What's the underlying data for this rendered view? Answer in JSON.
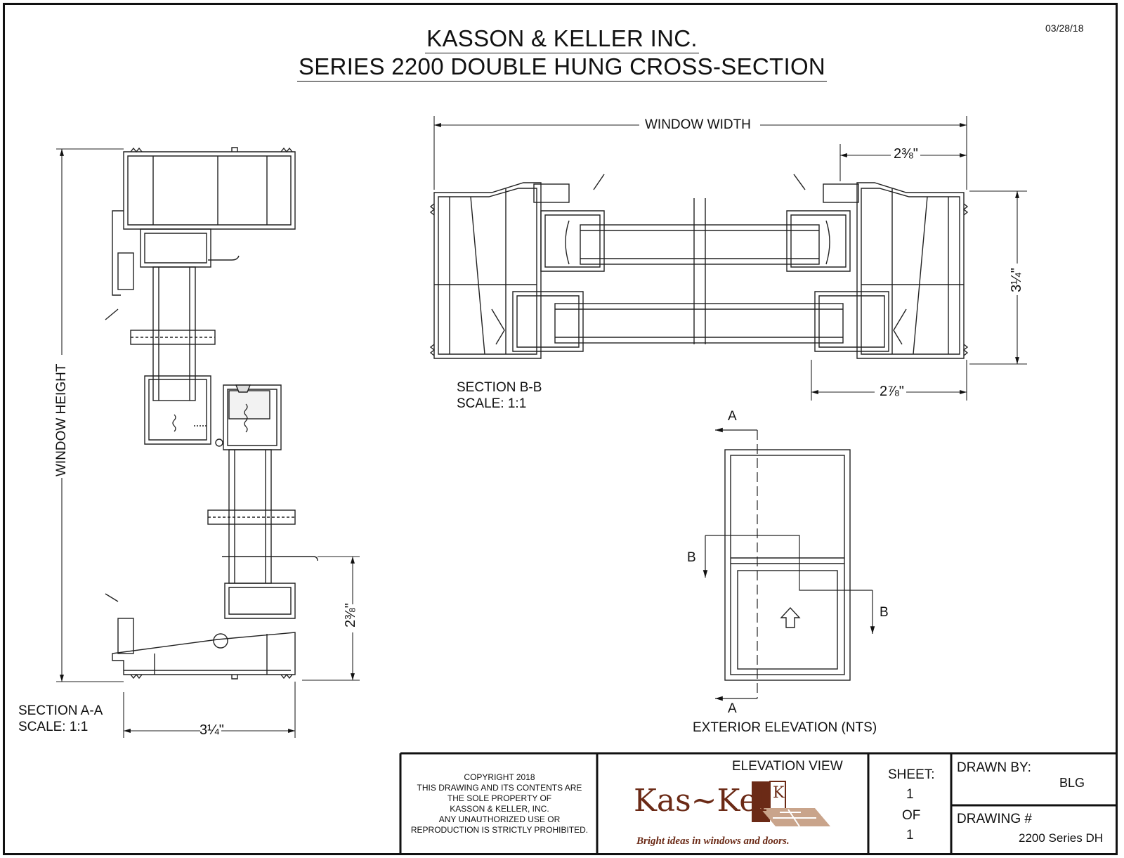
{
  "header": {
    "company": "KASSON & KELLER INC.",
    "title": "SERIES 2200 DOUBLE HUNG CROSS-SECTION",
    "date": "03/28/18"
  },
  "section_aa": {
    "name": "SECTION A-A",
    "scale": "SCALE: 1:1",
    "height_label": "WINDOW HEIGHT",
    "dim_width": "3¼\"",
    "dim_sill": "2⅜\""
  },
  "section_bb": {
    "name": "SECTION B-B",
    "scale": "SCALE: 1:1",
    "width_label": "WINDOW WIDTH",
    "dim_top": "2⅜\"",
    "dim_bottom": "2⅞\"",
    "dim_depth": "3¼\""
  },
  "elevation": {
    "label": "EXTERIOR ELEVATION (NTS)",
    "marker_a_top": "A",
    "marker_a_bottom": "A",
    "marker_b_left": "B",
    "marker_b_right": "B"
  },
  "title_block": {
    "copyright_lines": [
      "COPYRIGHT 2018",
      "THIS DRAWING AND ITS CONTENTS ARE",
      "THE SOLE PROPERTY OF",
      "KASSON & KELLER, INC.",
      "ANY UNAUTHORIZED USE OR",
      "REPRODUCTION IS STRICTLY PROHIBITED."
    ],
    "view_name": "ELEVATION VIEW",
    "logo_text": "Kas~Kel",
    "logo_mark": "K",
    "tagline": "Bright ideas in windows and doors.",
    "sheet_label": "SHEET:",
    "sheet_num": "1",
    "of_label": "OF",
    "sheet_total": "1",
    "drawn_by_label": "DRAWN BY:",
    "drawn_by": "BLG",
    "drawing_no_label": "DRAWING #",
    "drawing_no": "2200 Series DH"
  }
}
